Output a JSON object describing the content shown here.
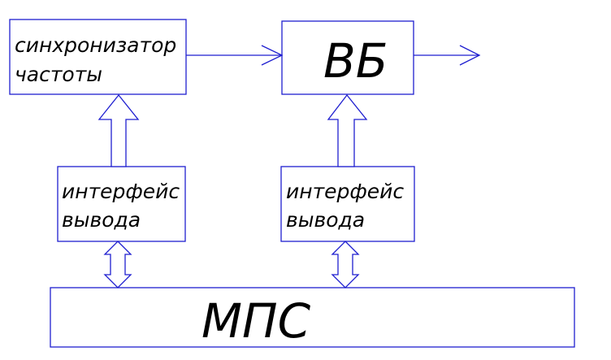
{
  "blocks": {
    "sync": {
      "line1": "синхронизатор",
      "line2": "частоты"
    },
    "vb": {
      "label": "ВБ"
    },
    "iface_left": {
      "line1": "интерфейс",
      "line2": "вывода"
    },
    "iface_right": {
      "line1": "интерфейс",
      "line2": "вывода"
    },
    "mps": {
      "label": "МПС"
    }
  },
  "colors": {
    "stroke": "#1f1fd0",
    "text": "#000000",
    "background": "#ffffff"
  }
}
